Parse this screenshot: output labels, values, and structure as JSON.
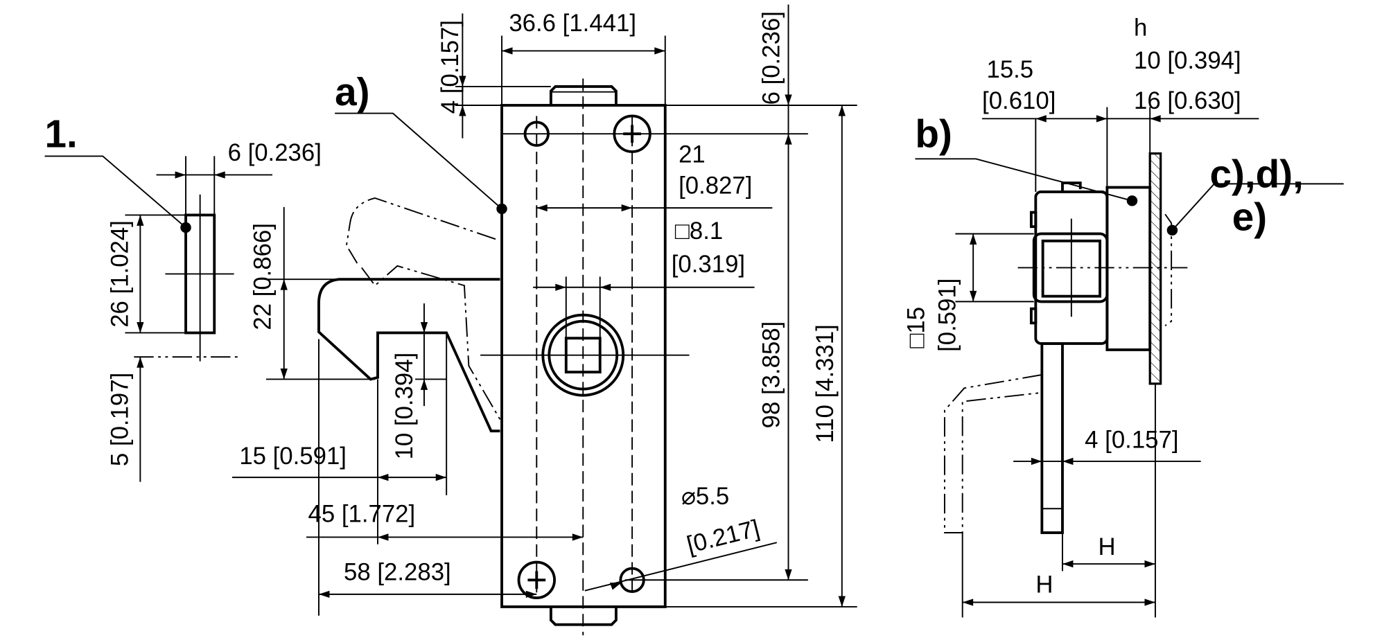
{
  "callouts": {
    "item1": "1.",
    "a": "a)",
    "b": "b)",
    "cde_line1": "c),d),",
    "cde_line2": "e)"
  },
  "front_view": {
    "dim_6": "6 [0.236]",
    "dim_26": "26 [1.024]",
    "dim_22": "22 [0.866]",
    "dim_5": "5 [0.197]",
    "dim_10": "10 [0.394]",
    "dim_15": "15 [0.591]",
    "dim_45": "45 [1.772]",
    "dim_58": "58 [2.283]",
    "dim_4": "4 [0.157]",
    "dim_36_6": "36.6 [1.441]",
    "dim_6_top": "6 [0.236]",
    "dim_21_mm": "21",
    "dim_21_in": "[0.827]",
    "dim_sq8_mm": "□8.1",
    "dim_sq8_in": "[0.319]",
    "dim_98": "98 [3.858]",
    "dim_110": "110 [4.331]",
    "dim_dia_mm": "⌀5.5",
    "dim_dia_in": "[0.217]"
  },
  "side_view": {
    "h_label": "h",
    "dim_10": "10 [0.394]",
    "dim_15_5_mm": "15.5",
    "dim_15_5_in": "[0.610]",
    "dim_16": "16 [0.630]",
    "dim_sq15_mm": "□15",
    "dim_sq15_in": "[0.591]",
    "dim_4": "4 [0.157]",
    "H_inner": "H",
    "H_outer": "H"
  }
}
